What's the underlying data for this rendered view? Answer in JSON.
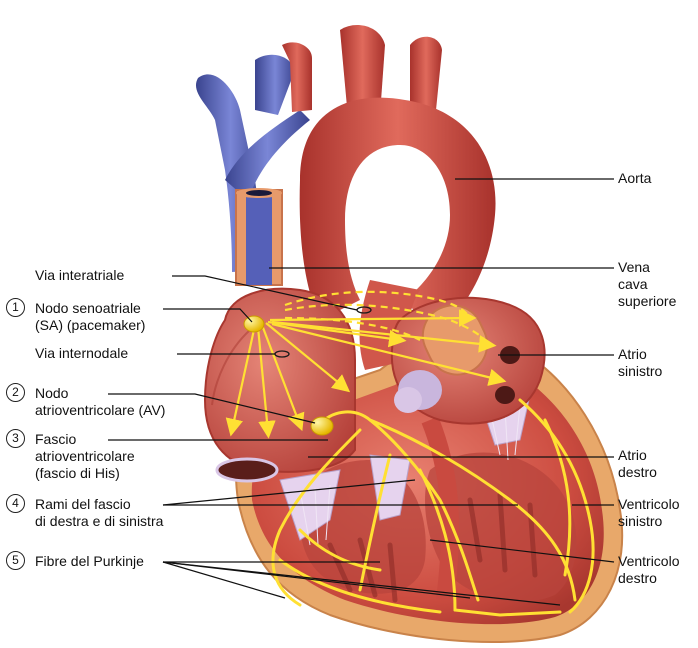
{
  "diagram": {
    "left_labels": {
      "via_interatriale": "Via interatriale",
      "nodo_sa_num": "1",
      "nodo_sa_line1": "Nodo senoatriale",
      "nodo_sa_line2": "(SA) (pacemaker)",
      "via_internodale": "Via internodale",
      "nodo_av_num": "2",
      "nodo_av_line1": "Nodo",
      "nodo_av_line2": "atrioventricolare (AV)",
      "fascio_num": "3",
      "fascio_line1": "Fascio",
      "fascio_line2": "atrioventricolare",
      "fascio_line3": "(fascio di His)",
      "rami_num": "4",
      "rami_line1": "Rami del fascio",
      "rami_line2": "di destra  e di sinistra",
      "purkinje_num": "5",
      "purkinje_line1": "Fibre del Purkinje"
    },
    "right_labels": {
      "aorta": "Aorta",
      "vena_line1": "Vena",
      "vena_line2": "cava",
      "vena_line3": "superiore",
      "atrio_sin_line1": "Atrio",
      "atrio_sin_line2": "sinistro",
      "atrio_des_line1": "Atrio",
      "atrio_des_line2": "destro",
      "ventricolo_sin_line1": "Ventricolo",
      "ventricolo_sin_line2": "sinistro",
      "ventricolo_des_line1": "Ventricolo",
      "ventricolo_des_line2": "destro"
    },
    "colors": {
      "vein": "#5560b8",
      "artery": "#c9463e",
      "muscle": "#d4574a",
      "fat": "#e8a86a",
      "conduction": "#ffe033",
      "valve": "#d9c6e6"
    }
  }
}
